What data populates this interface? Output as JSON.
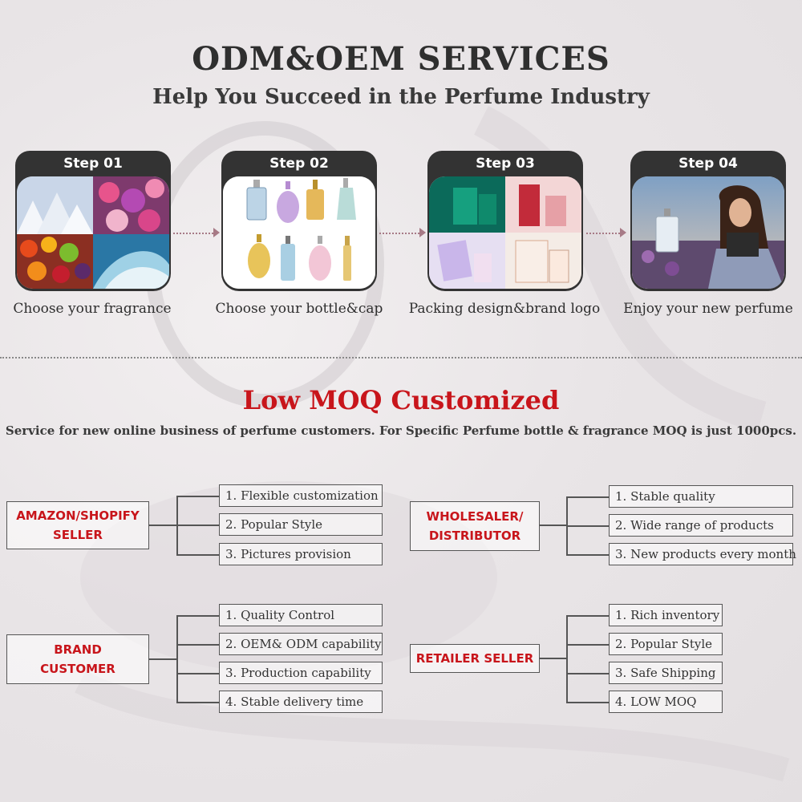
{
  "header": {
    "title": "ODM&OEM SERVICES",
    "subtitle": "Help You Succeed in the Perfume Industry"
  },
  "steps": [
    {
      "label": "Step 01",
      "caption": "Choose your fragrance"
    },
    {
      "label": "Step 02",
      "caption": "Choose your bottle&cap"
    },
    {
      "label": "Step 03",
      "caption": "Packing design&brand logo"
    },
    {
      "label": "Step 04",
      "caption": "Enjoy your new perfume"
    }
  ],
  "moq": {
    "title": "Low MOQ Customized",
    "subtitle": "Service for new online business of perfume customers. For Specific Perfume bottle & fragrance MOQ is just 1000pcs."
  },
  "customers": {
    "amazon": {
      "name": "AMAZON/SHOPIFY\nSELLER",
      "items": [
        "1. Flexible customization",
        "2. Popular Style",
        "3. Pictures provision"
      ]
    },
    "wholesaler": {
      "name": "WHOLESALER/\nDISTRIBUTOR",
      "items": [
        "1. Stable quality",
        "2. Wide range of products",
        "3. New products every month"
      ]
    },
    "brand": {
      "name": "BRAND\nCUSTOMER",
      "items": [
        "1. Quality Control",
        "2. OEM& ODM capability",
        "3. Production capability",
        "4. Stable delivery time"
      ]
    },
    "retailer": {
      "name": "RETAILER SELLER",
      "items": [
        "1. Rich inventory",
        "2. Popular Style",
        "3. Safe Shipping",
        "4. LOW MOQ"
      ]
    }
  },
  "colors": {
    "accent_red": "#c8151b",
    "dark_card": "#333333",
    "arrow": "#a77a86"
  }
}
